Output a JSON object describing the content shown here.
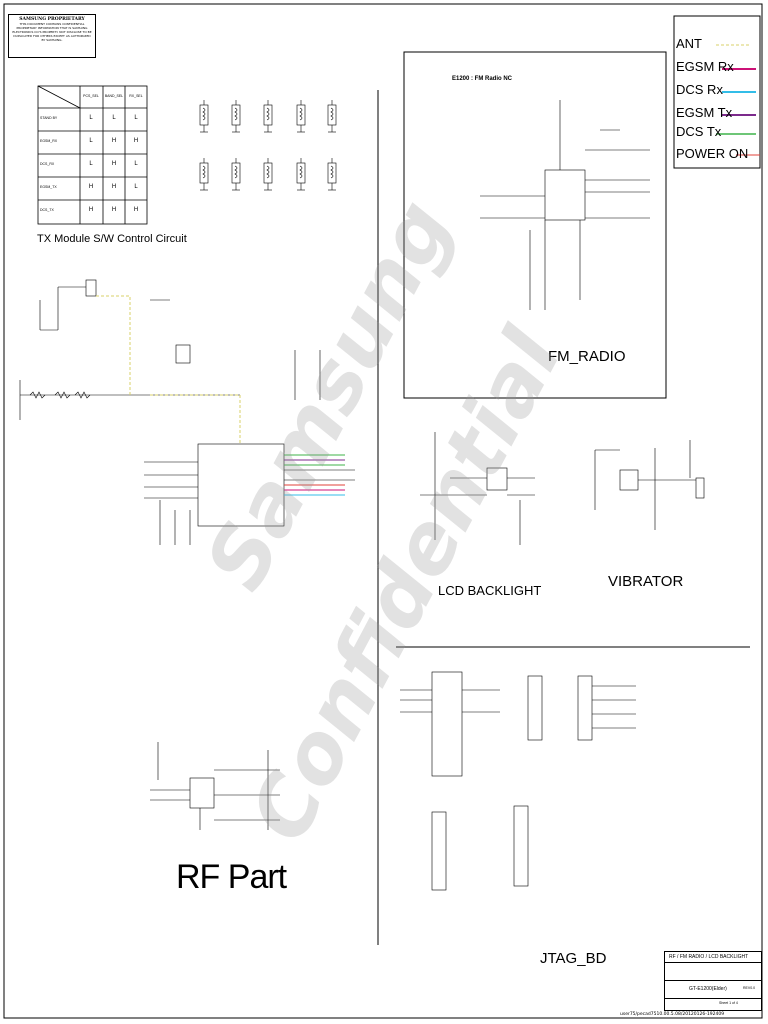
{
  "legend": {
    "ant": {
      "label": "ANT",
      "color": "#d8d06a",
      "style": "dashed"
    },
    "egsm_rx": {
      "label": "EGSM Rx",
      "color": "#cc1177"
    },
    "dcs_rx": {
      "label": "DCS Rx",
      "color": "#33bde8"
    },
    "egsm_tx": {
      "label": "EGSM Tx",
      "color": "#7c2a8c"
    },
    "dcs_tx": {
      "label": "DCS Tx",
      "color": "#3fb34a"
    },
    "power_on": {
      "label": "POWER ON",
      "color": "#e0403a"
    }
  },
  "proprietary": {
    "title": "SAMSUNG PROPRIETARY",
    "text": "THIS DOCUMENT CONTAINS CONFIDENTIAL PROPRIETARY INFORMATION THAT IS SAMSUNG ELECTRONICS CO'S PROPERTY. NOT DISCLOSE TO BE DUPLICATED FOR OTHERS EXCEPT AS AUTHORIZED BY SAMSUNG."
  },
  "switch_table": {
    "headers": [
      "PCS_SEL",
      "BAND_SEL",
      "RX_SEL"
    ],
    "rows": [
      {
        "mode": "STAND BY",
        "values": [
          "L",
          "L",
          "L"
        ]
      },
      {
        "mode": "EGSM_RX",
        "values": [
          "L",
          "H",
          "H"
        ]
      },
      {
        "mode": "DCS_RX",
        "values": [
          "L",
          "H",
          "L"
        ]
      },
      {
        "mode": "EGSM_TX",
        "values": [
          "H",
          "H",
          "L"
        ]
      },
      {
        "mode": "DCS_TX",
        "values": [
          "H",
          "H",
          "H"
        ]
      }
    ]
  },
  "sections": {
    "tx_module": "TX Module S/W Control Circuit",
    "fm_box_title": "E1200 : FM Radio NC",
    "fm_radio": "FM_RADIO",
    "lcd_backlight": "LCD BACKLIGHT",
    "vibrator": "VIBRATOR",
    "rf_part": "RF Part",
    "jtag_bd": "JTAG_BD"
  },
  "watermark": {
    "line1": "Samsung",
    "line2": "Confidential"
  },
  "title_block": {
    "title": "RF / FM RADIO / LCD BACKLIGHT",
    "model": "GT-E1200(Elder)",
    "rev": "REV0.0",
    "sheet": "Sheet 1 of 4"
  },
  "footer": "user75/pecad7510.00.5.08/20120126-192409"
}
